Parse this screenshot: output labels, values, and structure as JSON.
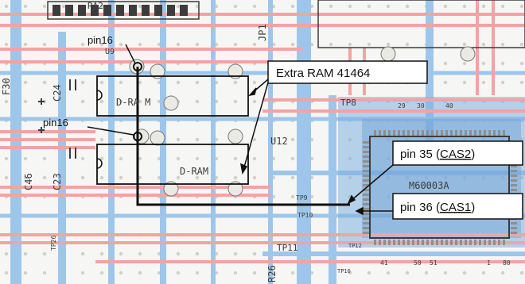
{
  "board_silkscreen": {
    "ra2": "RA2",
    "jp1": "JP1",
    "u9": "U9",
    "u12": "U12",
    "c24": "C24",
    "c23": "C23",
    "c46": "C46",
    "f30": "F30",
    "r26": "R26",
    "tp8": "TP8",
    "tp9": "TP9",
    "tp10": "TP10",
    "tp11": "TP11",
    "tp12": "TP12",
    "tp16": "TP16",
    "tp26": "TP26",
    "u12_label_chip": "M60003A",
    "dram_upper": "D-RA M",
    "dram_lower": "D-RAM",
    "num_29": "29",
    "num_30": "30",
    "num_40": "40",
    "num_41": "41",
    "num_50": "50",
    "num_51": "51",
    "num_1": "1",
    "num_80": "80"
  },
  "annotations": {
    "pin16_top": "pin16",
    "pin16_mid": "pin16",
    "extra_ram": "Extra RAM 41464",
    "pin35_prefix": "pin 35 (",
    "pin35_signal": "CAS2",
    "pin35_suffix": ")",
    "pin36_prefix": "pin 36 (",
    "pin36_signal": "CAS1",
    "pin36_suffix": ")"
  },
  "colors": {
    "board_bg": "#f6f6f4",
    "trace_red": "#f2a3a3",
    "trace_blue": "#9ec6ea",
    "trace_blue_dark": "#5f97cf",
    "silkscreen": "#3c3c3c",
    "annotation_line": "#111111",
    "box_fill": "#ffffff",
    "pad": "#d9d9d2"
  }
}
